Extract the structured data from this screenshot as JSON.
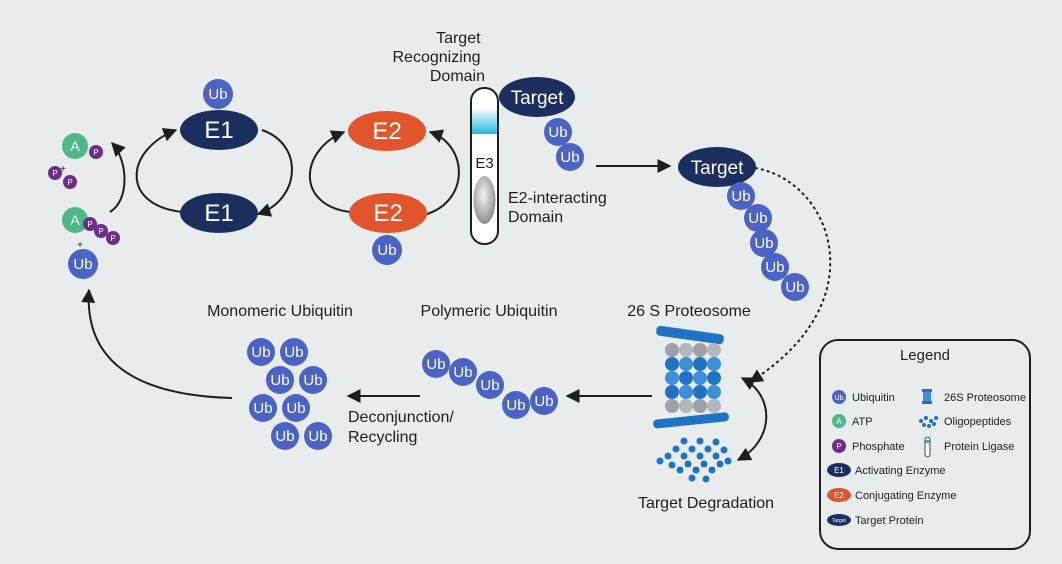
{
  "labels": {
    "target_recognizing": [
      "Target",
      "Recognizing",
      "Domain"
    ],
    "e2_interacting": [
      "E2-interacting",
      "Domain"
    ],
    "e3": "E3",
    "monomeric": "Monomeric Ubiquitin",
    "polymeric": "Polymeric Ubiquitin",
    "proteosome": "26 S Proteosome",
    "deconjunction": [
      "Deconjunction/",
      "Recycling"
    ],
    "degradation": "Target Degradation",
    "plus": "+"
  },
  "molecules": {
    "ub": "Ub",
    "atp": "A",
    "phosphate": "P",
    "e1": "E1",
    "e2": "E2",
    "target": "Target"
  },
  "legend": {
    "title": "Legend",
    "items": [
      {
        "key": "ubiquitin",
        "icon": "Ub",
        "label": "Ubiquitin"
      },
      {
        "key": "atp",
        "icon": "A",
        "label": "ATP"
      },
      {
        "key": "phosphate",
        "icon": "P",
        "label": "Phosphate"
      },
      {
        "key": "e1",
        "icon": "E1",
        "label": "Activating Enzyme"
      },
      {
        "key": "e2",
        "icon": "E2",
        "label": "Conjugating Enzyme"
      },
      {
        "key": "target",
        "icon": "Target",
        "label": "Target Protein"
      },
      {
        "key": "proteosome",
        "icon": "",
        "label": "26S Proteosome"
      },
      {
        "key": "oligopeptides",
        "icon": "",
        "label": "Oligopeptides"
      },
      {
        "key": "ligase",
        "icon": "",
        "label": "Protein Ligase"
      }
    ]
  },
  "colors": {
    "background": "#e9ecec",
    "ubiquitin": "#4a63c4",
    "e1": "#1b2e5e",
    "e2": "#e2552c",
    "atp": "#4fb889",
    "phosphate": "#6c2d8e",
    "proteosome_blue": "#1f73c4",
    "proteosome_grey": "#9da0a6"
  }
}
